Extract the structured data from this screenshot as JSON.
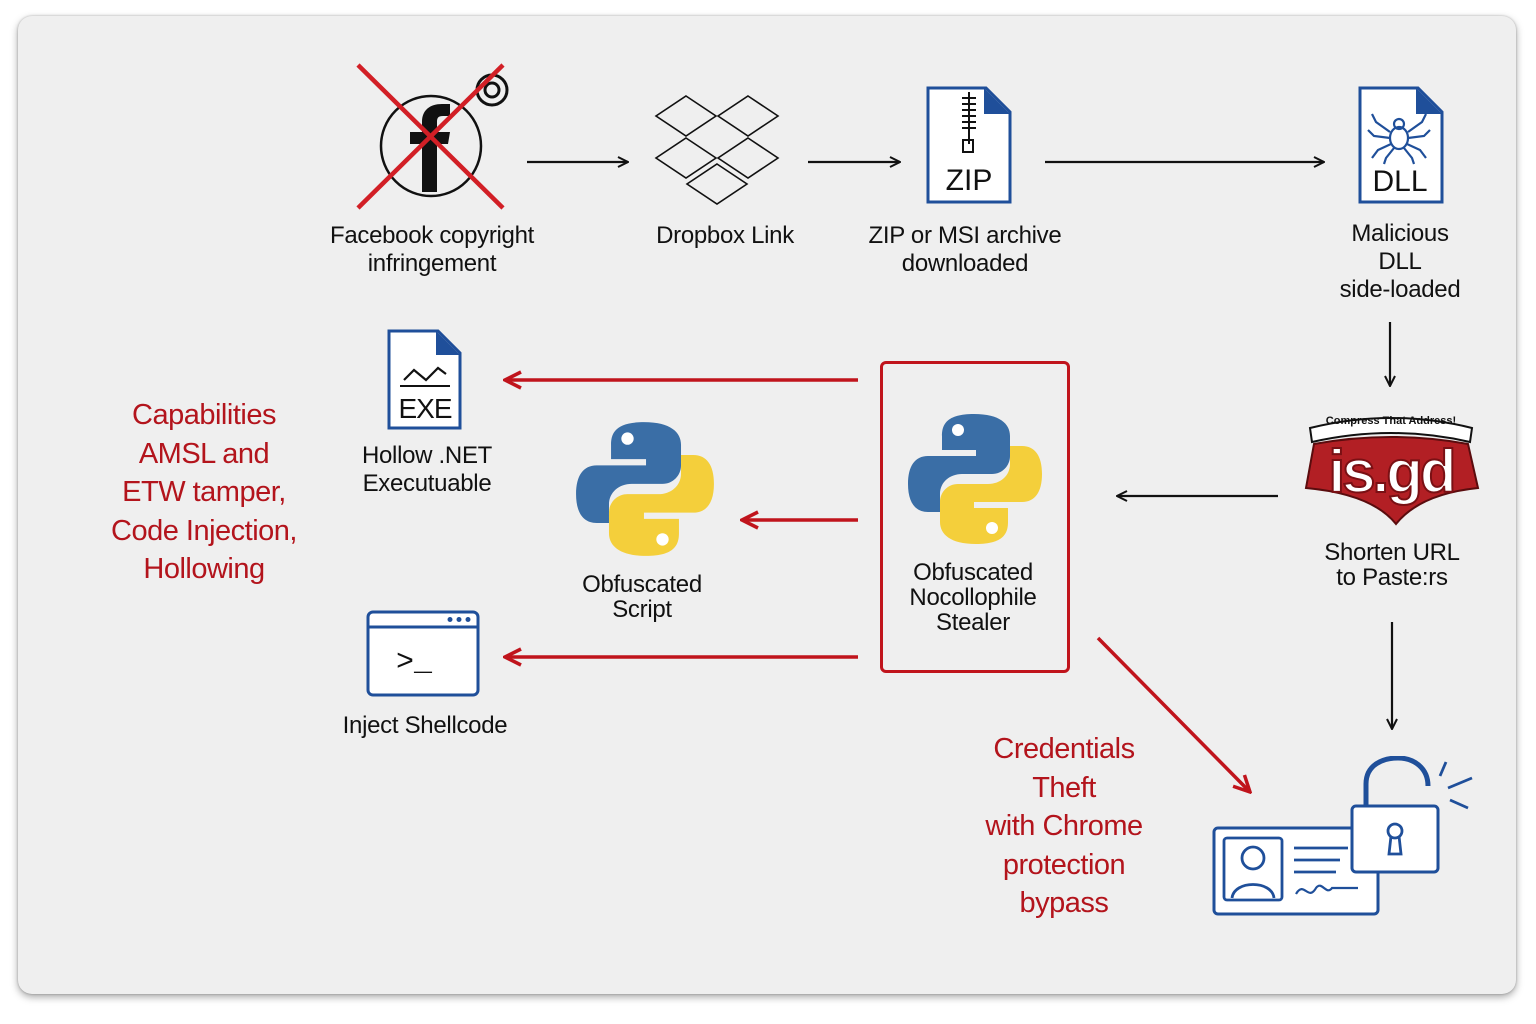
{
  "nodes": {
    "facebook": {
      "label": "Facebook copyright\ninfringement"
    },
    "dropbox": {
      "label": "Dropbox Link"
    },
    "archive": {
      "label": "ZIP or MSI archive\ndownloaded",
      "icon_text": "ZIP"
    },
    "dll": {
      "label": "Malicious\nDLL\nside-loaded",
      "icon_text": "DLL"
    },
    "isgd": {
      "label": "Shorten URL\nto Paste:rs",
      "logo_text": "is.gd",
      "logo_tagline": "Compress That Address!"
    },
    "stealer": {
      "label": "Obfuscated\nNocollophile\nStealer"
    },
    "script": {
      "label": "Obfuscated\nScript"
    },
    "exe": {
      "label": "Hollow .NET\nExecutuable",
      "icon_text": "EXE"
    },
    "shellcode": {
      "label": "Inject Shellcode",
      "icon_text": ">_"
    },
    "credentials": {
      "icon": "id-card-unlocked-icon"
    }
  },
  "annotations": {
    "capabilities": "Capabilities\nAMSL and\nETW tamper,\nCode Injection,\nHollowing",
    "credentials_theft": "Credentials\nTheft\nwith Chrome\nprotection\nbypass"
  },
  "colors": {
    "accent_red": "#c0141c",
    "annotation_red": "#b3141c",
    "icon_blue": "#1f4f9a",
    "python_blue": "#3a6ea6",
    "python_yellow": "#f4cf3b",
    "background": "#efefef"
  }
}
